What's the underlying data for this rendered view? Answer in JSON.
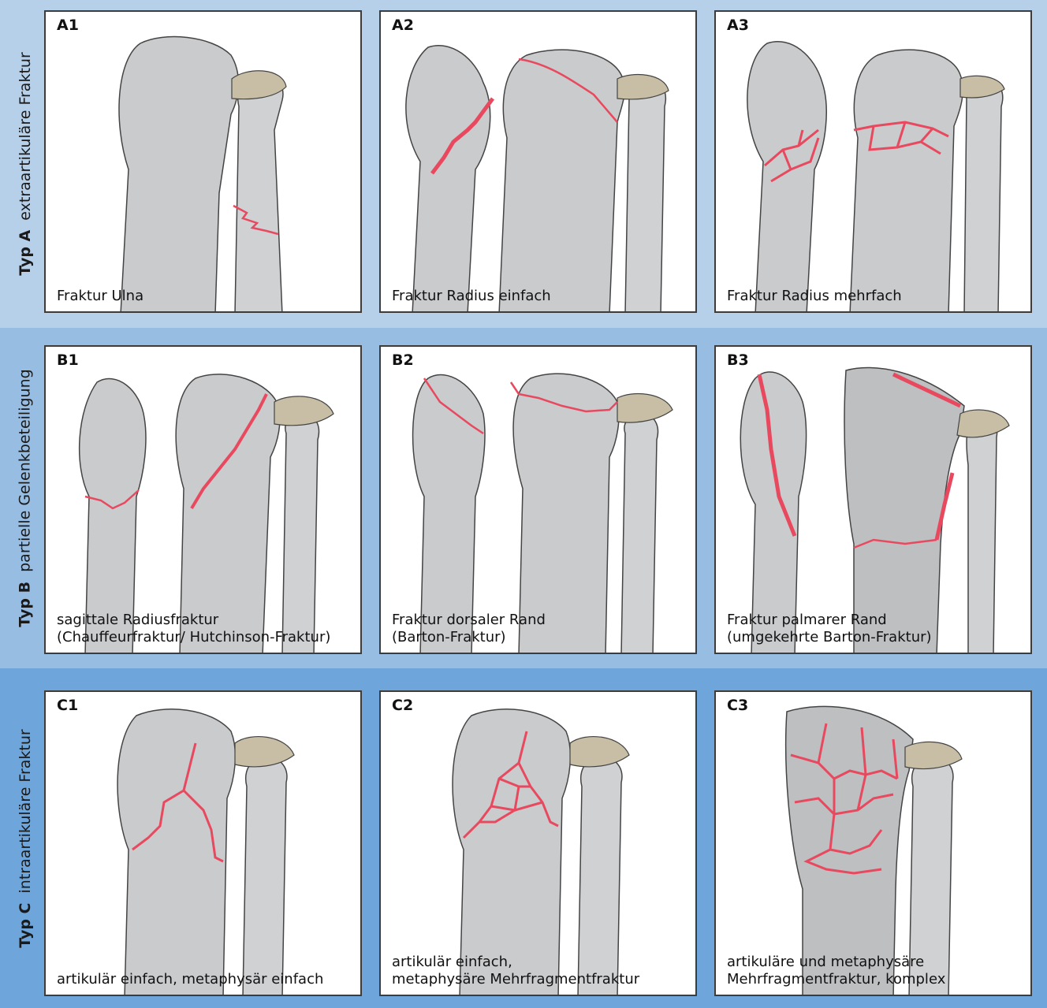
{
  "rows": [
    {
      "type_label": "Typ A",
      "type_desc": "extraartikuläre Fraktur",
      "panels": [
        {
          "code": "A1",
          "caption": "Fraktur Ulna"
        },
        {
          "code": "A2",
          "caption": "Fraktur Radius einfach"
        },
        {
          "code": "A3",
          "caption": "Fraktur Radius mehrfach"
        }
      ]
    },
    {
      "type_label": "Typ B",
      "type_desc": "partielle Gelenkbeteiligung",
      "panels": [
        {
          "code": "B1",
          "caption": "sagittale Radiusfraktur\n(Chauffeurfraktur/ Hutchinson-Fraktur)"
        },
        {
          "code": "B2",
          "caption": "Fraktur dorsaler Rand\n(Barton-Fraktur)"
        },
        {
          "code": "B3",
          "caption": "Fraktur palmarer Rand\n(umgekehrte Barton-Fraktur)"
        }
      ]
    },
    {
      "type_label": "Typ C",
      "type_desc": "intraartikuläre Fraktur",
      "panels": [
        {
          "code": "C1",
          "caption": "artikulär einfach, metaphysär einfach"
        },
        {
          "code": "C2",
          "caption": "artikulär einfach,\nmetaphysäre Mehrfragmentfraktur"
        },
        {
          "code": "C3",
          "caption": "artikuläre und metaphysäre\nMehrfragmentfraktur, komplex"
        }
      ]
    }
  ],
  "colors": {
    "band_a": "#b7d0ea",
    "band_b": "#98bde3",
    "band_c": "#6ea6db",
    "bone": "#c9cbcd",
    "cartilage": "#c8bea5",
    "fracture": "#e8495f"
  }
}
